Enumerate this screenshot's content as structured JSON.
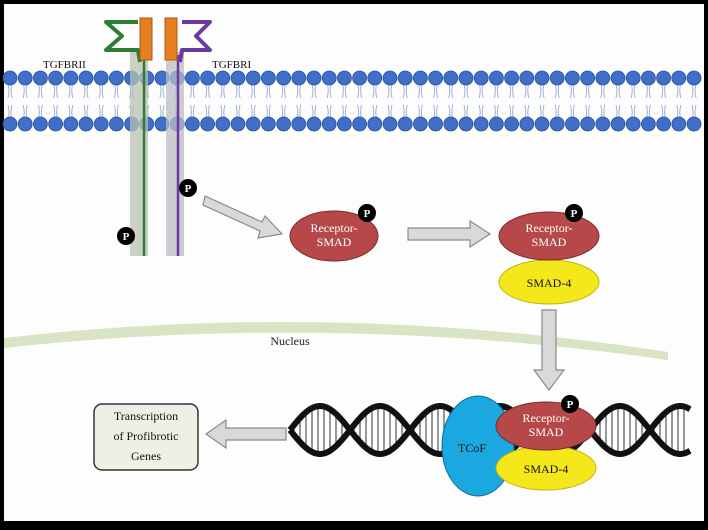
{
  "labels": {
    "receptor_left": "TGFBRII",
    "receptor_right": "TGFBRI",
    "nucleus": "Nucleus",
    "phospho": "P",
    "rsmad_line1": "Receptor-",
    "rsmad_line2": "SMAD",
    "smad4": "SMAD-4",
    "tcof": "TCoF",
    "output_line1": "Transcription",
    "output_line2": "of Profibrotic",
    "output_line3": "Genes"
  },
  "colors": {
    "background": "#fdfdfd",
    "frame": "#000000",
    "lipid_head": "#3f6fc9",
    "receptor_ii": "#2e7d32",
    "receptor_i": "#6a3aa0",
    "receptor_box": "#e67e22",
    "receptor_smad": "#b7484a",
    "smad4": "#f5e81a",
    "tcof": "#1ba7e0",
    "nucleus_membrane": "#d6e3c0",
    "arrow_fill": "#d9d9d9",
    "arrow_stroke": "#8a8a8a",
    "output_box": "#f0efe6"
  }
}
